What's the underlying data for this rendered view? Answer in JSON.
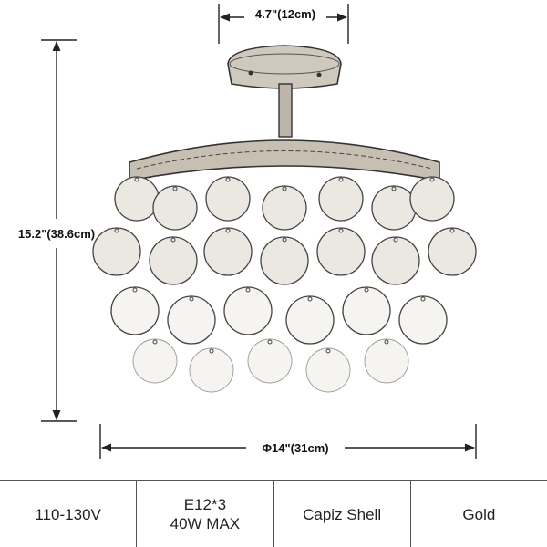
{
  "dimensions": {
    "canopy_width": "4.7\"(12cm)",
    "height": "15.2\"(38.6cm)",
    "diameter": "Φ14\"(31cm)"
  },
  "specs": [
    {
      "line1": "110-130V",
      "line2": ""
    },
    {
      "line1": "E12*3",
      "line2": "40W MAX"
    },
    {
      "line1": "Capiz Shell",
      "line2": ""
    },
    {
      "line1": "Gold",
      "line2": ""
    }
  ],
  "product_image": {
    "subject": "capiz-shell-chandelier",
    "style": "sketch-outline"
  }
}
